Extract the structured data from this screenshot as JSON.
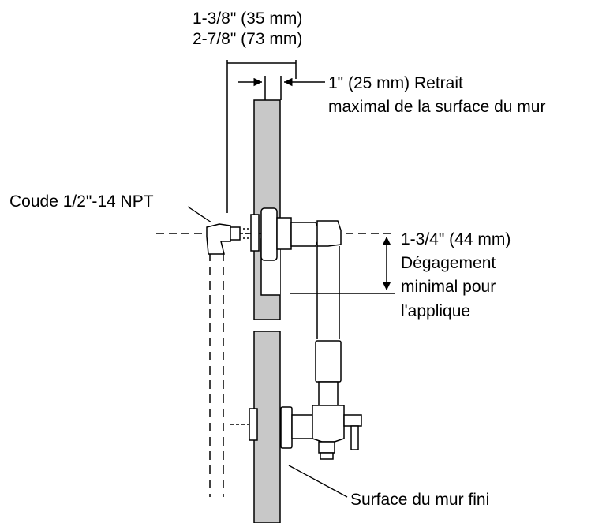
{
  "labels": {
    "dim_top_1": "1-3/8\" (35 mm)",
    "dim_top_2": "2-7/8\" (73 mm)",
    "setback_1": "1\" (25 mm) Retrait",
    "setback_2": "maximal de la surface du mur",
    "elbow": "Coude 1/2\"-14 NPT",
    "clearance_1": "1-3/4\" (44 mm)",
    "clearance_2": "Dégagement",
    "clearance_3": "minimal pour",
    "clearance_4": "l'applique",
    "finished_wall": "Surface du mur fini"
  },
  "colors": {
    "wall_fill": "#c8c8c8",
    "line": "#000000",
    "background": "#ffffff"
  }
}
